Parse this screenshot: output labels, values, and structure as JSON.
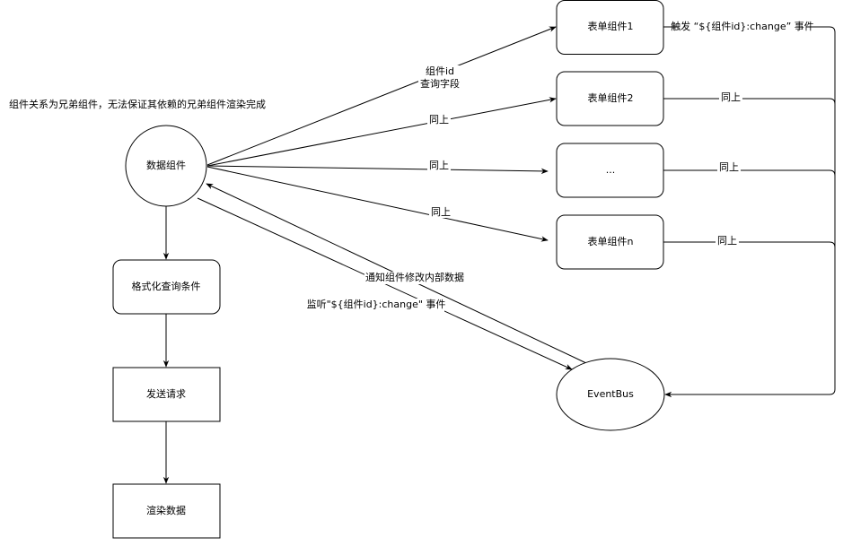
{
  "note": "组件关系为兄弟组件，无法保证其依赖的兄弟组件渲染完成",
  "nodes": {
    "data_component": "数据组件",
    "format_query": "格式化查询条件",
    "send_request": "发送请求",
    "render_data": "渲染数据",
    "form1": "表单组件1",
    "form2": "表单组件2",
    "form_ellipsis": "...",
    "formn": "表单组件n",
    "eventbus": "EventBus"
  },
  "edges": {
    "to_form1_line1": "组件id",
    "to_form1_line2": "查询字段",
    "to_form2": "同上",
    "to_ellipsis": "同上",
    "to_formn": "同上",
    "form1_emit": "触发 “${组件id}:change” 事件",
    "form2_emit": "同上",
    "ellipsis_emit": "同上",
    "formn_emit": "同上",
    "notify": "通知组件修改内部数据",
    "listen": "监听\"${组件id}:change\" 事件"
  }
}
